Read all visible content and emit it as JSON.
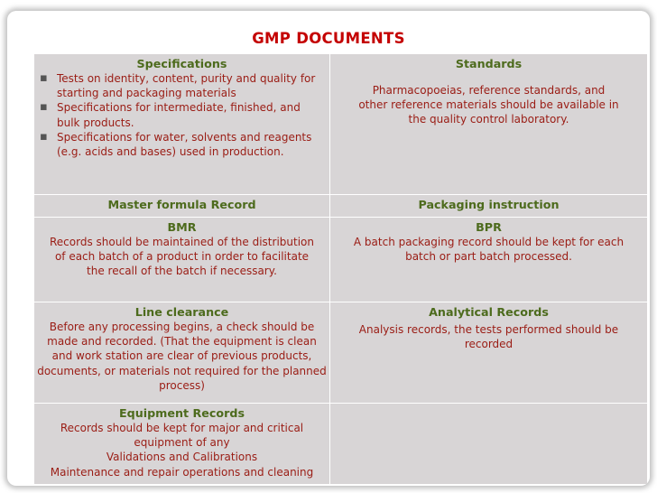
{
  "slide": {
    "title": "GMP DOCUMENTS"
  },
  "specifications": {
    "heading": "Specifications",
    "bullets": [
      "Tests on identity, content, purity and quality for starting and packaging materials",
      "Specifications for intermediate, finished, and bulk products.",
      "Specifications for water, solvents and reagents (e.g. acids and bases) used in production."
    ]
  },
  "standards": {
    "heading": "Standards",
    "text": "Pharmacopoeias, reference standards, and other reference materials should be available in the quality control laboratory."
  },
  "master_formula": {
    "heading": "Master formula Record"
  },
  "packaging_instruction": {
    "heading": "Packaging instruction"
  },
  "bmr": {
    "heading": "BMR",
    "text": "Records should be maintained of the distribution of each batch of a product in order to facilitate the recall of the batch if necessary."
  },
  "bpr": {
    "heading": "BPR",
    "text": "A batch packaging record should be kept for each batch or part batch processed."
  },
  "line_clearance": {
    "heading": "Line clearance",
    "text": "Before any processing begins, a check should be made and recorded. (That the equipment is clean and work station are clear of previous products, documents, or materials not required for the planned process)"
  },
  "analytical_records": {
    "heading": "Analytical Records",
    "text": "Analysis records, the tests performed should be recorded"
  },
  "equipment_records": {
    "heading": "Equipment Records",
    "line1": "Records should be kept for major and critical equipment of any",
    "line2": "Validations and Calibrations",
    "line3": "Maintenance and repair operations and cleaning"
  }
}
